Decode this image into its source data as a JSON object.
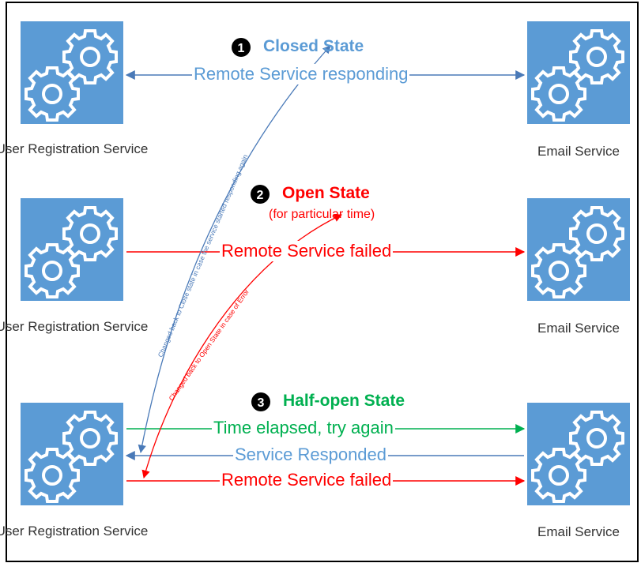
{
  "services": {
    "left": "User Registration Service",
    "right": "Email Service"
  },
  "states": {
    "closed": {
      "number": "1",
      "title": "Closed State",
      "message": "Remote Service responding"
    },
    "open": {
      "number": "2",
      "title": "Open State",
      "subtitle": "(for particular time)",
      "message": "Remote Service failed"
    },
    "half_open": {
      "number": "3",
      "title": "Half-open State",
      "message_try": "Time elapsed, try again",
      "message_responded": "Service Responded",
      "message_failed": "Remote Service failed"
    }
  },
  "transitions": {
    "to_closed": "Changed back to Close state in case the service started responding again",
    "to_open": "Changed back to Open State in case of Error"
  },
  "colors": {
    "service_box": "#5b9bd5",
    "closed": "#5b9bd5",
    "open": "#ff0000",
    "half_open": "#00b050",
    "responded": "#5b9bd5",
    "border": "#000000"
  },
  "icons": {
    "service": "gears-icon"
  }
}
